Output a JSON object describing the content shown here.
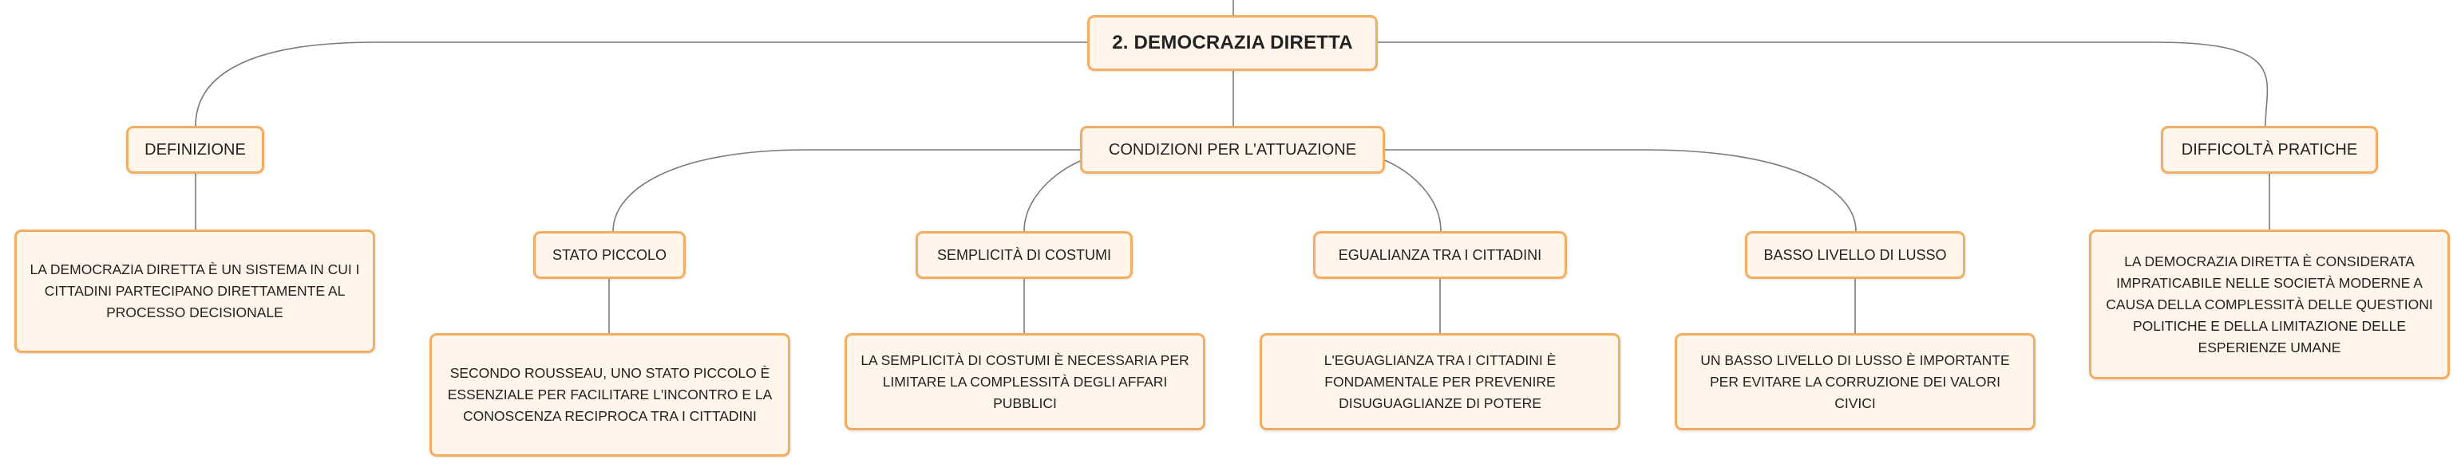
{
  "root": {
    "label": "2. DEMOCRAZIA DIRETTA"
  },
  "definizione": {
    "label": "DEFINIZIONE",
    "text": "LA DEMOCRAZIA DIRETTA È UN SISTEMA IN CUI I CITTADINI PARTECIPANO DIRETTAMENTE AL PROCESSO DECISIONALE"
  },
  "condizioni": {
    "label": "CONDIZIONI PER L'ATTUAZIONE",
    "items": [
      {
        "label": "STATO PICCOLO",
        "text": "SECONDO ROUSSEAU, UNO STATO PICCOLO È ESSENZIALE PER FACILITARE L'INCONTRO E LA CONOSCENZA RECIPROCA TRA I CITTADINI"
      },
      {
        "label": "SEMPLICITÀ DI COSTUMI",
        "text": "LA SEMPLICITÀ DI COSTUMI È NECESSARIA PER LIMITARE LA COMPLESSITÀ DEGLI AFFARI PUBBLICI"
      },
      {
        "label": "EGUALIANZA TRA I CITTADINI",
        "text": "L'EGUAGLIANZA TRA I CITTADINI È FONDAMENTALE PER PREVENIRE DISUGUAGLIANZE DI POTERE"
      },
      {
        "label": "BASSO LIVELLO DI LUSSO",
        "text": "UN BASSO LIVELLO DI LUSSO È IMPORTANTE PER EVITARE LA CORRUZIONE DEI VALORI CIVICI"
      }
    ]
  },
  "difficolta": {
    "label": "DIFFICOLTÀ PRATICHE",
    "text": "LA DEMOCRAZIA DIRETTA È CONSIDERATA IMPRATICABILE NELLE SOCIETÀ MODERNE A CAUSA DELLA COMPLESSITÀ DELLE QUESTIONI POLITICHE E DELLA LIMITAZIONE DELLE ESPERIENZE UMANE"
  }
}
